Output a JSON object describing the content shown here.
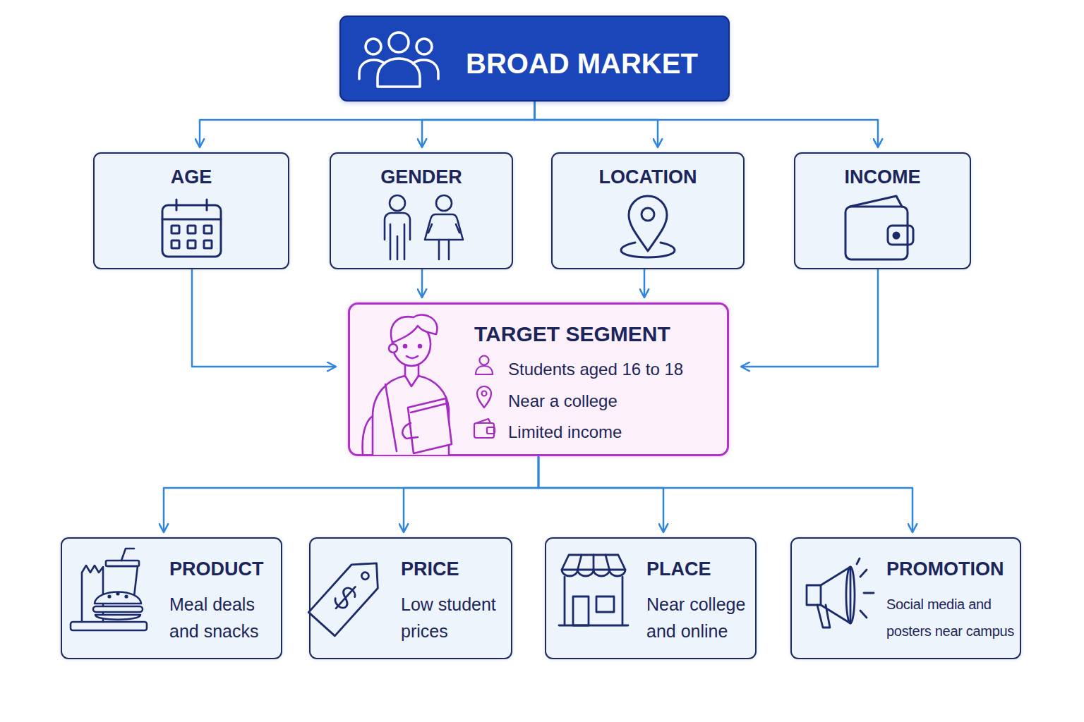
{
  "diagram": {
    "nodes": [
      {
        "text": [
          "BROAD MARKET"
        ]
      },
      {
        "text": [
          "AGE"
        ]
      },
      {
        "text": [
          "GENDER"
        ]
      },
      {
        "text": [
          "LOCATION"
        ]
      },
      {
        "text": [
          "INCOME"
        ]
      },
      {
        "text": [
          "TARGET SEGMENT",
          "Students aged 16 to 18",
          "Near a college",
          "Limited income"
        ]
      },
      {
        "text": [
          "PRODUCT",
          "Meal deals and snacks"
        ]
      },
      {
        "text": [
          "PRICE",
          "Low student prices"
        ]
      },
      {
        "text": [
          "PLACE",
          "Near college and online"
        ]
      },
      {
        "text": [
          "PROMOTION",
          "Social media and posters near campus"
        ]
      }
    ],
    "edges": [
      {
        "from": 0,
        "to": 1,
        "arrow": "to"
      },
      {
        "from": 0,
        "to": 2,
        "arrow": "to"
      },
      {
        "from": 0,
        "to": 3,
        "arrow": "to"
      },
      {
        "from": 0,
        "to": 4,
        "arrow": "to"
      },
      {
        "from": 1,
        "to": 5,
        "arrow": "to"
      },
      {
        "from": 2,
        "to": 5,
        "arrow": "to"
      },
      {
        "from": 3,
        "to": 5,
        "arrow": "to"
      },
      {
        "from": 4,
        "to": 5,
        "arrow": "to"
      },
      {
        "from": 5,
        "to": 6,
        "arrow": "to"
      },
      {
        "from": 5,
        "to": 7,
        "arrow": "to"
      },
      {
        "from": 5,
        "to": 8,
        "arrow": "to"
      },
      {
        "from": 5,
        "to": 9,
        "arrow": "to"
      }
    ]
  }
}
